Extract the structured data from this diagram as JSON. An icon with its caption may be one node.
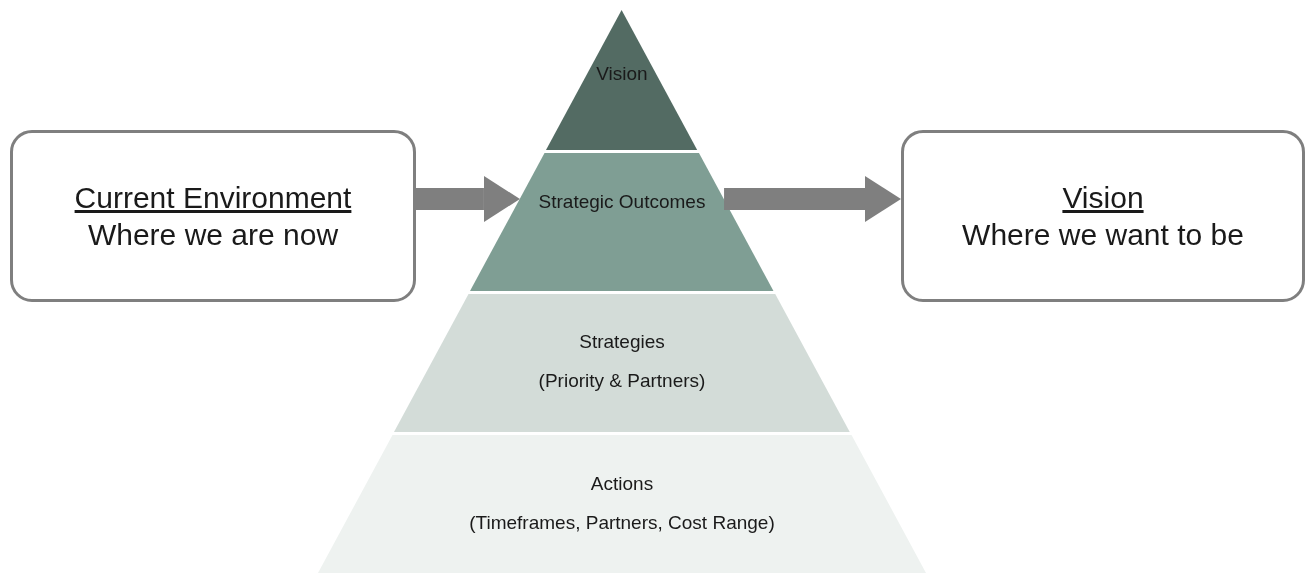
{
  "diagram": {
    "nodes": [
      {
        "text": [
          "Current Environment",
          "Where we are now"
        ]
      },
      {
        "text": [
          "Vision"
        ]
      },
      {
        "text": [
          "Strategic Outcomes"
        ]
      },
      {
        "text": [
          "Strategies",
          "(Priority & Partners)"
        ]
      },
      {
        "text": [
          "Actions",
          "(Timeframes, Partners, Cost Range)"
        ]
      },
      {
        "text": [
          "Vision",
          "Where we want to be"
        ]
      }
    ],
    "edges": [
      {
        "from": 0,
        "to": 2,
        "arrow": "to"
      },
      {
        "from": 2,
        "to": 5,
        "arrow": "to"
      }
    ]
  }
}
